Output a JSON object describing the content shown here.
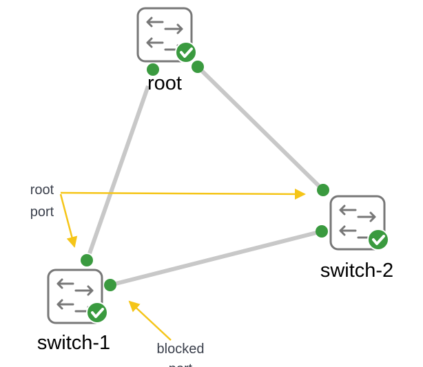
{
  "nodes": [
    {
      "id": "root",
      "label": "root",
      "status": "ok"
    },
    {
      "id": "switch-2",
      "label": "switch-2",
      "status": "ok"
    },
    {
      "id": "switch-1",
      "label": "switch-1",
      "status": "ok"
    }
  ],
  "links": [
    {
      "from": "root",
      "to": "switch-1"
    },
    {
      "from": "root",
      "to": "switch-2"
    },
    {
      "from": "switch-1",
      "to": "switch-2"
    }
  ],
  "annotations": {
    "root_port_line1": "root",
    "root_port_line2": "port",
    "blocked_port_line1": "blocked",
    "blocked_port_line2": "port"
  },
  "colors": {
    "link": "#c8c8c8",
    "port": "#3a9a3f",
    "status_ok": "#3a9a3f",
    "arrow": "#f5c518",
    "switch_outline": "#777777",
    "annotation_text": "#3a3f4b"
  }
}
